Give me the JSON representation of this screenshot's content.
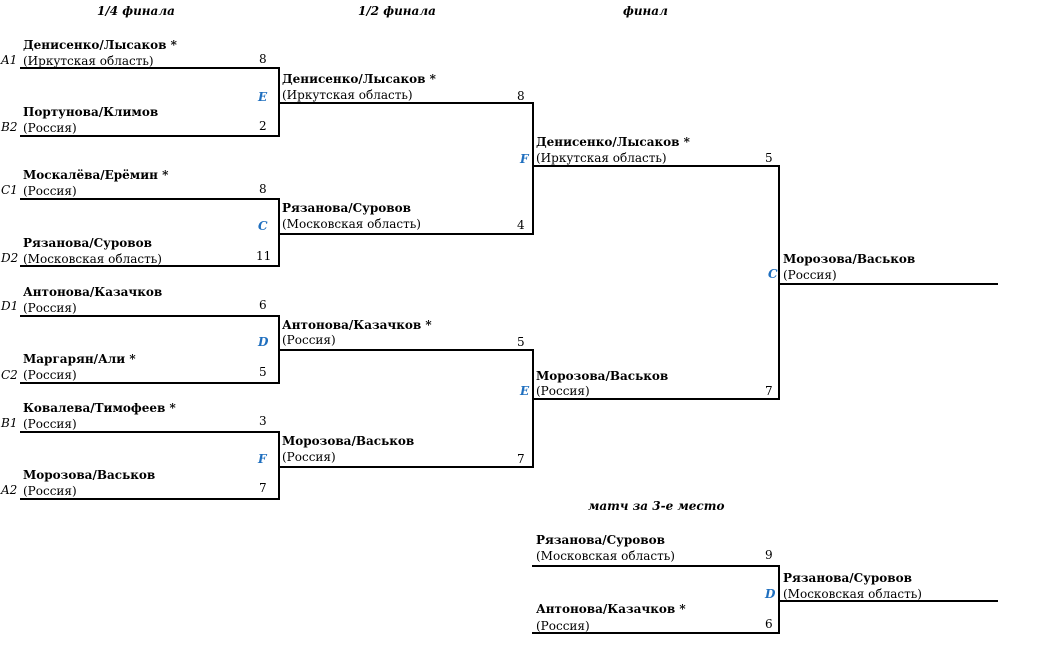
{
  "rounds": {
    "quarter": "1/4 финала",
    "semi": "1/2 финала",
    "final": "финал",
    "third": "матч за 3-е место"
  },
  "quarterfinals": [
    {
      "court": "E",
      "top": {
        "seed": "A1",
        "name": "Денисенко/Лысаков *",
        "region": "(Иркутская область)",
        "score": "8"
      },
      "bottom": {
        "seed": "B2",
        "name": "Портунова/Климов",
        "region": "(Россия)",
        "score": "2"
      }
    },
    {
      "court": "C",
      "top": {
        "seed": "C1",
        "name": "Москалёва/Ерёмин *",
        "region": "(Россия)",
        "score": "8"
      },
      "bottom": {
        "seed": "D2",
        "name": "Рязанова/Суровов",
        "region": "(Московская область)",
        "score": "11"
      }
    },
    {
      "court": "D",
      "top": {
        "seed": "D1",
        "name": "Антонова/Казачков",
        "region": "(Россия)",
        "score": "6"
      },
      "bottom": {
        "seed": "C2",
        "name": "Маргарян/Али *",
        "region": "(Россия)",
        "score": "5"
      }
    },
    {
      "court": "F",
      "top": {
        "seed": "B1",
        "name": "Ковалева/Тимофеев *",
        "region": "(Россия)",
        "score": "3"
      },
      "bottom": {
        "seed": "A2",
        "name": "Морозова/Васьков",
        "region": "(Россия)",
        "score": "7"
      }
    }
  ],
  "semifinals": [
    {
      "court": "F",
      "top": {
        "name": "Денисенко/Лысаков *",
        "region": "(Иркутская область)",
        "score": "8"
      },
      "bottom": {
        "name": "Рязанова/Суровов",
        "region": "(Московская область)",
        "score": "4"
      }
    },
    {
      "court": "E",
      "top": {
        "name": "Антонова/Казачков *",
        "region": "(Россия)",
        "score": "5"
      },
      "bottom": {
        "name": "Морозова/Васьков",
        "region": "(Россия)",
        "score": "7"
      }
    }
  ],
  "final": {
    "court": "C",
    "top": {
      "name": "Денисенко/Лысаков *",
      "region": "(Иркутская область)",
      "score": "5"
    },
    "bottom": {
      "name": "Морозова/Васьков",
      "region": "(Россия)",
      "score": "7"
    },
    "winner": {
      "name": "Морозова/Васьков",
      "region": "(Россия)"
    }
  },
  "third_place": {
    "court": "D",
    "top": {
      "name": "Рязанова/Суровов",
      "region": "(Московская область)",
      "score": "9"
    },
    "bottom": {
      "name": "Антонова/Казачков *",
      "region": "(Россия)",
      "score": "6"
    },
    "winner": {
      "name": "Рязанова/Суровов",
      "region": "(Московская область)"
    }
  }
}
